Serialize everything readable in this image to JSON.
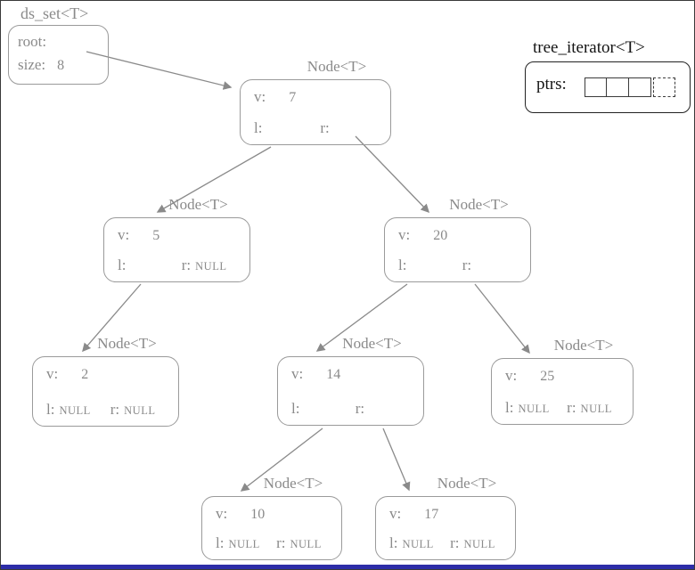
{
  "colors": {
    "diagram_gray": "#8a8a8a",
    "border_gray": "#9a9a9a",
    "iterator_black": "#141414",
    "bottom_bar_blue": "#2d2da8",
    "background": "#ffffff"
  },
  "ds_set": {
    "title": "ds_set<T>",
    "root_label": "root:",
    "size_label": "size:",
    "size_value": "8"
  },
  "iterator": {
    "title": "tree_iterator<T>",
    "ptrs_label": "ptrs:",
    "cell_count": 4
  },
  "nodes": [
    {
      "title": "Node<T>",
      "v_label": "v:",
      "v": "7",
      "l_label": "l:",
      "l_value": "",
      "r_label": "r:",
      "r_value": ""
    },
    {
      "title": "Node<T>",
      "v_label": "v:",
      "v": "5",
      "l_label": "l:",
      "l_value": "",
      "r_label": "r:",
      "r_value": "NULL"
    },
    {
      "title": "Node<T>",
      "v_label": "v:",
      "v": "20",
      "l_label": "l:",
      "l_value": "",
      "r_label": "r:",
      "r_value": ""
    },
    {
      "title": "Node<T>",
      "v_label": "v:",
      "v": "2",
      "l_label": "l:",
      "l_value": "NULL",
      "r_label": "r:",
      "r_value": "NULL"
    },
    {
      "title": "Node<T>",
      "v_label": "v:",
      "v": "14",
      "l_label": "l:",
      "l_value": "",
      "r_label": "r:",
      "r_value": ""
    },
    {
      "title": "Node<T>",
      "v_label": "v:",
      "v": "25",
      "l_label": "l:",
      "l_value": "NULL",
      "r_label": "r:",
      "r_value": "NULL"
    },
    {
      "title": "Node<T>",
      "v_label": "v:",
      "v": "10",
      "l_label": "l:",
      "l_value": "NULL",
      "r_label": "r:",
      "r_value": "NULL"
    },
    {
      "title": "Node<T>",
      "v_label": "v:",
      "v": "17",
      "l_label": "l:",
      "l_value": "NULL",
      "r_label": "r:",
      "r_value": "NULL"
    }
  ],
  "edges": [
    {
      "from": "ds_set.root",
      "to": "node-7"
    },
    {
      "from": "node-7.l",
      "to": "node-5"
    },
    {
      "from": "node-7.r",
      "to": "node-20"
    },
    {
      "from": "node-5.l",
      "to": "node-2"
    },
    {
      "from": "node-20.l",
      "to": "node-14"
    },
    {
      "from": "node-20.r",
      "to": "node-25"
    },
    {
      "from": "node-14.l",
      "to": "node-10"
    },
    {
      "from": "node-14.r",
      "to": "node-17"
    }
  ]
}
